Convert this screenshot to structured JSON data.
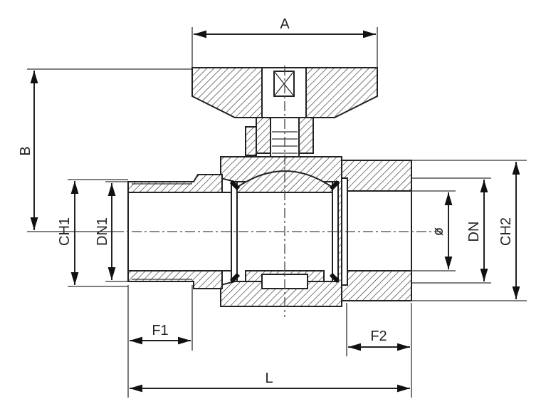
{
  "title": "Ball valve dimensional drawing",
  "labels": {
    "A": "A",
    "B": "B",
    "CH1": "CH1",
    "DN1": "DN1",
    "phi": "ø",
    "DN": "DN",
    "CH2": "CH2",
    "F1": "F1",
    "F2": "F2",
    "L": "L"
  }
}
